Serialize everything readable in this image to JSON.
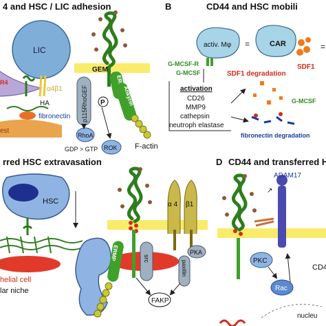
{
  "panels": {
    "a": {
      "title": "4 and HSC / LIC adhesion"
    },
    "b": {
      "letter": "B",
      "title": "CD44 and HSC mobili"
    },
    "c": {
      "title": "rred HSC extravasation"
    },
    "d": {
      "letter": "D",
      "title": "CD44 and transferred H"
    }
  },
  "labels": {
    "lic": "LIC",
    "ha": "HA",
    "fibronectin": "fibronectin",
    "alpha4beta1": "α4β1",
    "r4": "R4",
    "est": "est",
    "gem": "GEM",
    "rhogef": "p115RhoGEF",
    "erm": "ERMP",
    "ankyrin": "Ankyrin",
    "p": "P",
    "rhoa": "RhoA",
    "gdp_gtp": "GDP > GTP",
    "rok": "ROK",
    "factin": "F-actin",
    "activ_mphi": "activ. Mφ",
    "car": "CAR",
    "sdf1": "SDF1",
    "gmcsf_r": "G-MCSF-R",
    "gmcsf": "G-MCSF",
    "gmcsf_right": "G-MCSF",
    "sdf1_degradation": "SDF1 degradation",
    "activation": "activation",
    "cd26": "CD26",
    "mmp9": "MMP9",
    "cathepsin": "cathepsin",
    "neutroph_elastase": "neutroph elastase",
    "fibronectin_degradation": "fibronectin degradation",
    "hsc": "HSC",
    "endothelial_cell": "helial cell",
    "niche": "lar niche",
    "alpha4": "α 4",
    "beta1": "β1",
    "src": "src",
    "pka": "PKA",
    "paxillin": "paxillin",
    "fak": "FAKP",
    "adam17": "ADAM17",
    "pkc": "PKC",
    "rac": "Rac",
    "cd4": "CD4",
    "nucleus": "nucleu"
  },
  "colors": {
    "cd44_stem": "#2e7d1e",
    "cd44_leaf": "#3fa02a",
    "bead": "#8a5a3a",
    "lipid": "#f7ea5a",
    "lic": "#7faed8",
    "hsc": "#8fb4e4",
    "nucleus": "#1f2f8f",
    "endo_red": "#e23a2a",
    "sdf1": "#f07a1a",
    "adam17": "#4a4ab0",
    "alpha4": "#c9b84a",
    "gray_prot": "#9fb0c0",
    "text_green": "#2e8b1e",
    "text_red": "#d42b1a",
    "text_blue": "#1a3a9a"
  }
}
